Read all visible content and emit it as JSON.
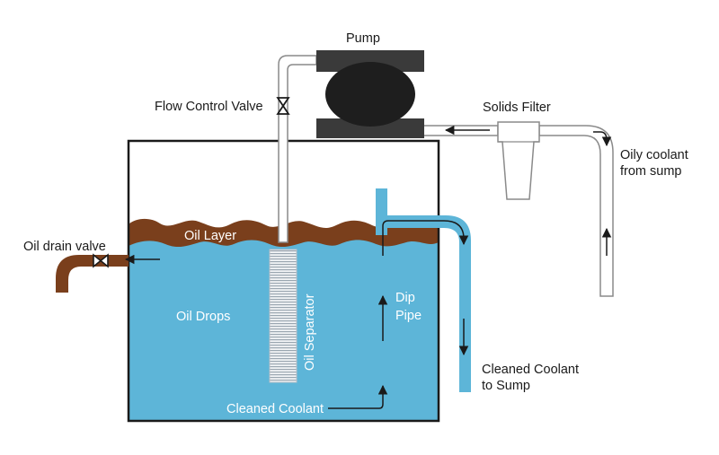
{
  "labels": {
    "pump": "Pump",
    "flow_control_valve": "Flow Control Valve",
    "solids_filter": "Solids Filter",
    "oily_coolant_line1": "Oily coolant",
    "oily_coolant_line2": "from sump",
    "oil_drain_valve": "Oil drain valve",
    "oil_layer": "Oil Layer",
    "oil_drops": "Oil Drops",
    "oil_separator": "Oil Separator",
    "dip_pipe_line1": "Dip",
    "dip_pipe_line2": "Pipe",
    "cleaned_coolant_out_line1": "Cleaned Coolant",
    "cleaned_coolant_out_line2": "to Sump",
    "cleaned_coolant": "Cleaned Coolant"
  },
  "colors": {
    "water": "#5db5d8",
    "oil": "#7a3f1c",
    "outline": "#1a1a1a",
    "pipe_fill": "#ffffff",
    "pipe_edge": "#8a8a8a",
    "pump_body": "#3a3a3a",
    "separator": "#d8dde2"
  }
}
